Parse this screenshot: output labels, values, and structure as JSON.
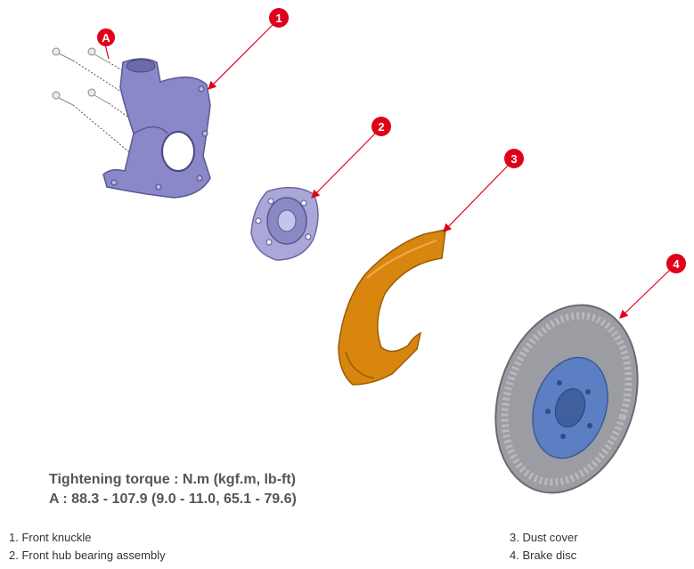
{
  "callouts": [
    {
      "number": "1"
    },
    {
      "number": "2"
    },
    {
      "number": "3"
    },
    {
      "number": "4"
    },
    {
      "letter": "A"
    }
  ],
  "torque": {
    "heading": "Tightening torque : N.m (kgf.m, lb-ft)",
    "value": "A : 88.3 - 107.9 (9.0 - 11.0, 65.1 - 79.6)"
  },
  "legend": [
    {
      "label": "1. Front knuckle"
    },
    {
      "label": "2. Front hub bearing assembly"
    },
    {
      "label": "3. Dust cover"
    },
    {
      "label": "4. Brake disc"
    }
  ],
  "colors": {
    "callout_red": "#e0001a",
    "knuckle": "#8a88c9",
    "hub": "#a9a8d8",
    "dust_cover": "#d9860f",
    "disc": "#9c9da3",
    "hub_hat": "#5c7fc4"
  }
}
